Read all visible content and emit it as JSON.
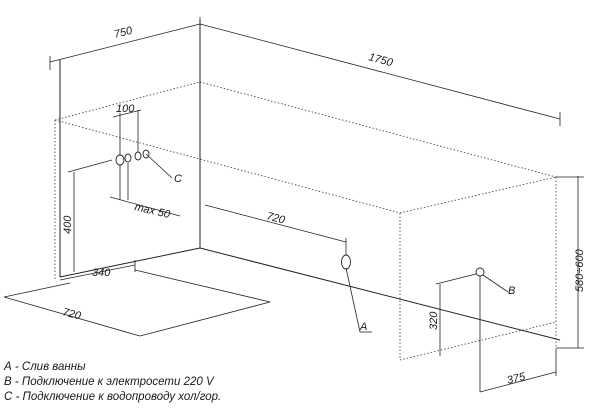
{
  "dimensions": {
    "width_top": "750",
    "length_top": "1750",
    "drain_offset": "100",
    "max_label": "max 50",
    "height_left": "400",
    "drain_distance": "720",
    "floor_offset": "340",
    "floor_length": "720",
    "height_right_range": "580÷600",
    "socket_height": "320",
    "socket_offset": "375"
  },
  "callouts": {
    "a": "A",
    "b": "B",
    "c": "C"
  },
  "legend": [
    "А - Слив ванны",
    "В - Подключение к электросети 220 V",
    "С - Подключение к водопроводу хол/гор."
  ]
}
